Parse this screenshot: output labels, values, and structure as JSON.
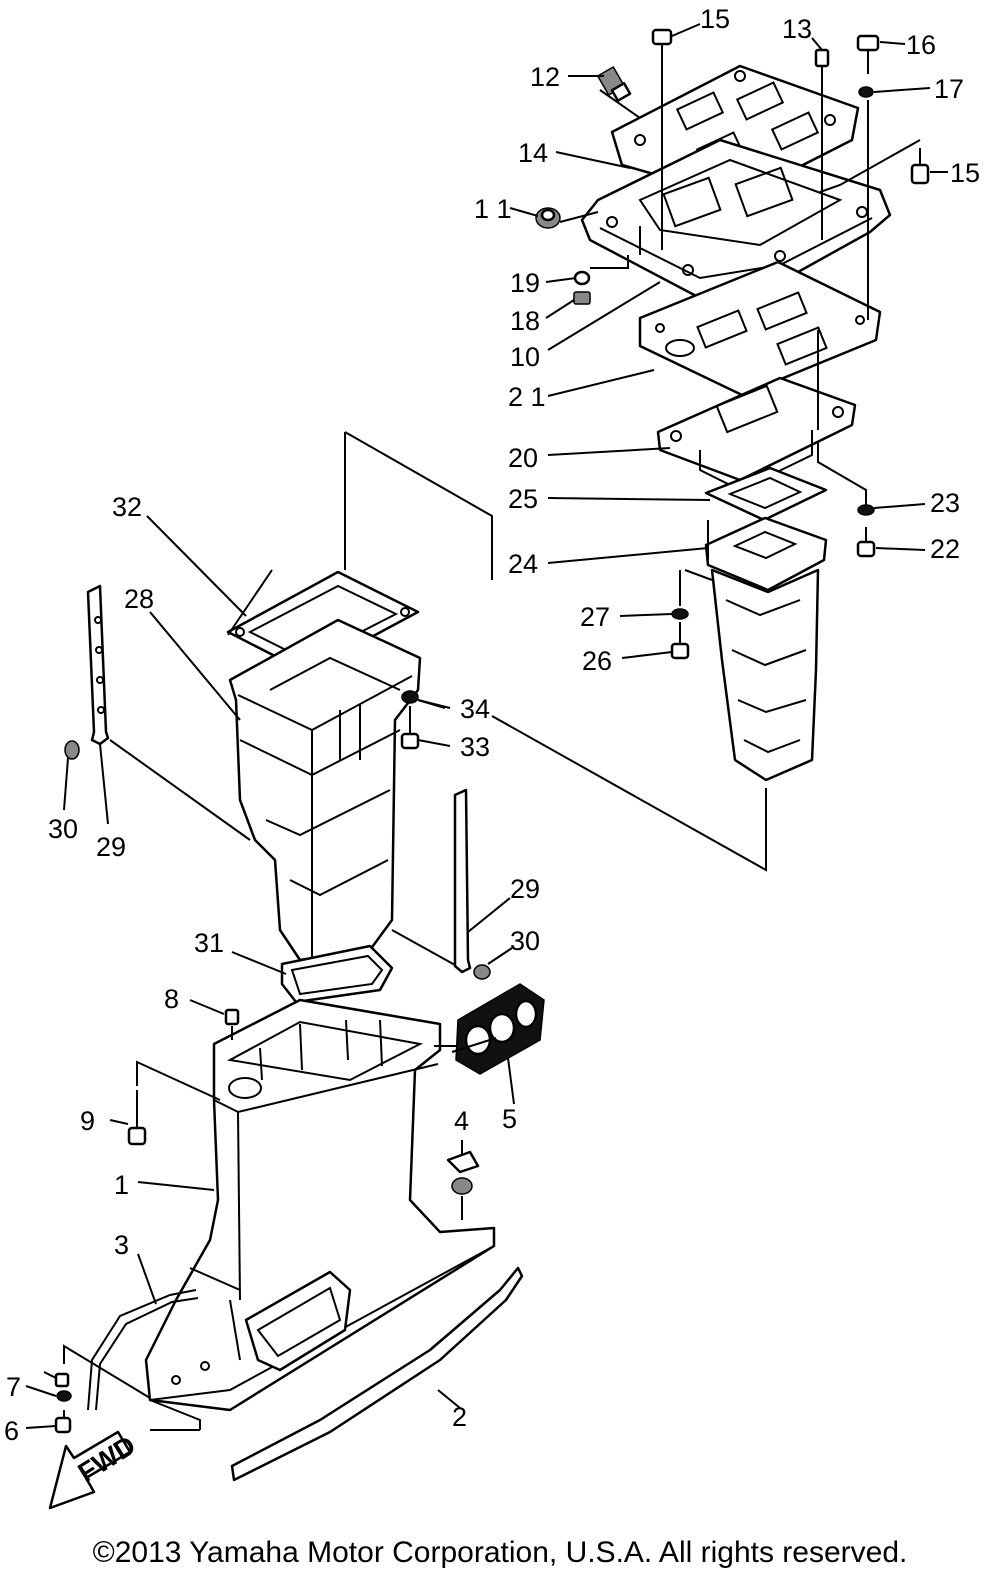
{
  "callouts": {
    "c1": "1",
    "c2": "2",
    "c3": "3",
    "c4": "4",
    "c5": "5",
    "c6": "6",
    "c7": "7",
    "c8": "8",
    "c9": "9",
    "c10": "10",
    "c11": "1 1",
    "c12": "12",
    "c13": "13",
    "c14": "14",
    "c15a": "15",
    "c15b": "15",
    "c16": "16",
    "c17": "17",
    "c18": "18",
    "c19": "19",
    "c20": "20",
    "c21": "2 1",
    "c22": "22",
    "c23": "23",
    "c24": "24",
    "c25": "25",
    "c26": "26",
    "c27": "27",
    "c28": "28",
    "c29a": "29",
    "c29b": "29",
    "c30a": "30",
    "c30b": "30",
    "c31": "31",
    "c32": "32",
    "c33": "33",
    "c34": "34"
  },
  "fwd_label": "FWD",
  "copyright": "©2013 Yamaha Motor Corporation, U.S.A. All rights reserved."
}
